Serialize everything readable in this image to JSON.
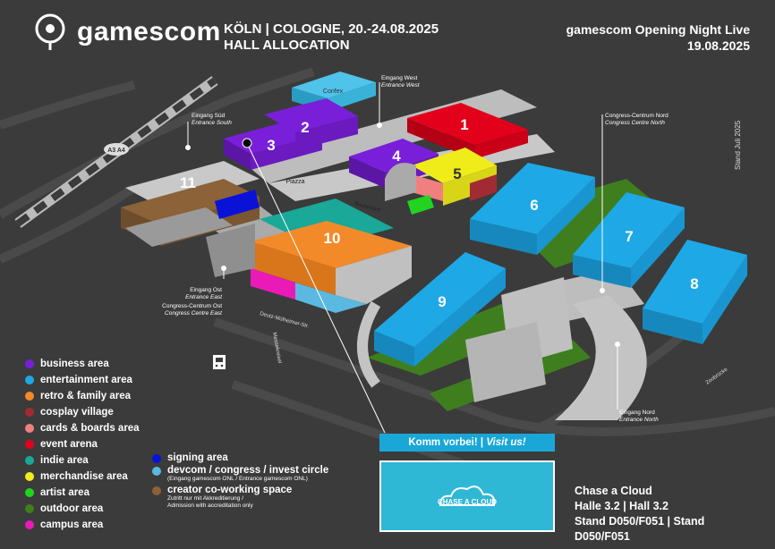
{
  "brand": {
    "name": "gamescom"
  },
  "header": {
    "line1": "KÖLN | COLOGNE, 20.-24.08.2025",
    "line2": "HALL ALLOCATION"
  },
  "event": {
    "line1": "gamescom Opening Night Live",
    "line2": "19.08.2025"
  },
  "stand_date": "Stand Juli 2025",
  "map": {
    "halls": [
      "1",
      "2",
      "3",
      "4",
      "5",
      "6",
      "7",
      "8",
      "9",
      "10",
      "11"
    ],
    "places": {
      "confex": "Confex",
      "piazza": "Piazza",
      "boulevard": "Boulevard",
      "street": "Deutz-Mülheimer-Str.",
      "messekreisel": "Messekreisel",
      "zoobruecke": "Zoobrücke",
      "road_sign": "A3 A4"
    },
    "entrances": {
      "west_de": "Eingang West",
      "west_en": "Entrance West",
      "sued_de": "Eingang Süd",
      "sued_en": "Entrance South",
      "ccn_de": "Congress-Centrum Nord",
      "ccn_en": "Congress Centre North",
      "ost_de": "Eingang Ost",
      "ost_en": "Entrance East",
      "cco_de": "Congress-Centrum Ost",
      "cco_en": "Congress Centre East",
      "nord_de": "Eingang Nord",
      "nord_en": "Entrance North"
    }
  },
  "legend": [
    {
      "label": "business area",
      "color": "#7a1fd9"
    },
    {
      "label": "entertainment area",
      "color": "#1fa8e6"
    },
    {
      "label": "retro & family area",
      "color": "#f28a2a"
    },
    {
      "label": "cosplay village",
      "color": "#a12b33"
    },
    {
      "label": "cards & boards area",
      "color": "#f08080"
    },
    {
      "label": "event arena",
      "color": "#e3001b"
    },
    {
      "label": "indie area",
      "color": "#1aa898"
    },
    {
      "label": "merchandise area",
      "color": "#f0ec1a"
    },
    {
      "label": "artist area",
      "color": "#22d41f"
    },
    {
      "label": "outdoor area",
      "color": "#3f7e1e"
    },
    {
      "label": "campus area",
      "color": "#ea1ab8"
    }
  ],
  "legend2": {
    "signing": {
      "label": "signing area",
      "color": "#0a12d8"
    },
    "devcom": {
      "label": "devcom / congress / invest circle",
      "sub": "(Eingang gamescom ONL / Entrance gamescom ONL)",
      "color": "#5bb8e0"
    },
    "creator": {
      "label": "creator co-working space",
      "sub1": "Zutritt nur mit Akkreditierung /",
      "sub2": "Admission with accreditation only",
      "color": "#8c6239"
    }
  },
  "promo": {
    "visit_de": "Komm vorbei! | ",
    "visit_en": "Visit us!",
    "logo_text": "CHASE A CLOUD",
    "exhibitor_line1": "Chase a Cloud",
    "exhibitor_line2": "Halle 3.2 | Hall 3.2",
    "exhibitor_line3": "Stand D050/F051 | Stand",
    "exhibitor_line4": "D050/F051"
  }
}
